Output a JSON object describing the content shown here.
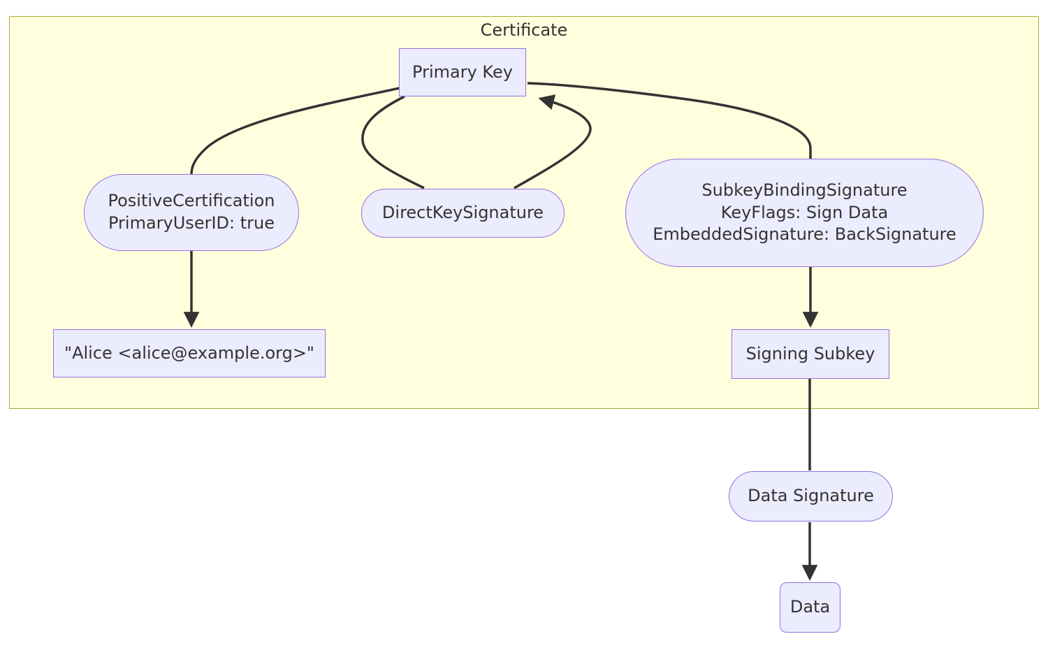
{
  "diagram": {
    "cluster": {
      "label": "Certificate"
    },
    "nodes": {
      "primary_key": {
        "shape": "rect",
        "lines": [
          "Primary Key"
        ]
      },
      "positive_certification": {
        "shape": "stadium",
        "lines": [
          "PositiveCertification",
          "PrimaryUserID: true"
        ]
      },
      "direct_key_signature": {
        "shape": "stadium",
        "lines": [
          "DirectKeySignature"
        ]
      },
      "subkey_binding_signature": {
        "shape": "stadium",
        "lines": [
          "SubkeyBindingSignature",
          "KeyFlags: Sign Data",
          "EmbeddedSignature: BackSignature"
        ]
      },
      "user_id": {
        "shape": "rect",
        "lines": [
          "\"Alice <alice@example.org>\""
        ]
      },
      "signing_subkey": {
        "shape": "rect",
        "lines": [
          "Signing Subkey"
        ]
      },
      "data_signature": {
        "shape": "stadium",
        "lines": [
          "Data Signature"
        ]
      },
      "data": {
        "shape": "rounded-rect",
        "lines": [
          "Data"
        ]
      }
    },
    "edges": [
      {
        "from": "primary_key",
        "to": "positive_certification",
        "arrow": false
      },
      {
        "from": "positive_certification",
        "to": "user_id",
        "arrow": true
      },
      {
        "from": "primary_key",
        "to": "direct_key_signature",
        "arrow": false
      },
      {
        "from": "direct_key_signature",
        "to": "primary_key",
        "arrow": true
      },
      {
        "from": "subkey_binding_signature",
        "to": "primary_key",
        "arrow": false
      },
      {
        "from": "subkey_binding_signature",
        "to": "signing_subkey",
        "arrow": true
      },
      {
        "from": "signing_subkey",
        "to": "data_signature",
        "arrow": false
      },
      {
        "from": "data_signature",
        "to": "data",
        "arrow": true
      }
    ],
    "colors": {
      "node_fill": "#ECECFF",
      "node_border": "#9370DB",
      "cluster_fill": "#FFFFDE",
      "cluster_border": "#AAAA33",
      "edge": "#333333",
      "text": "#333333",
      "background": "#FFFFFF"
    }
  }
}
